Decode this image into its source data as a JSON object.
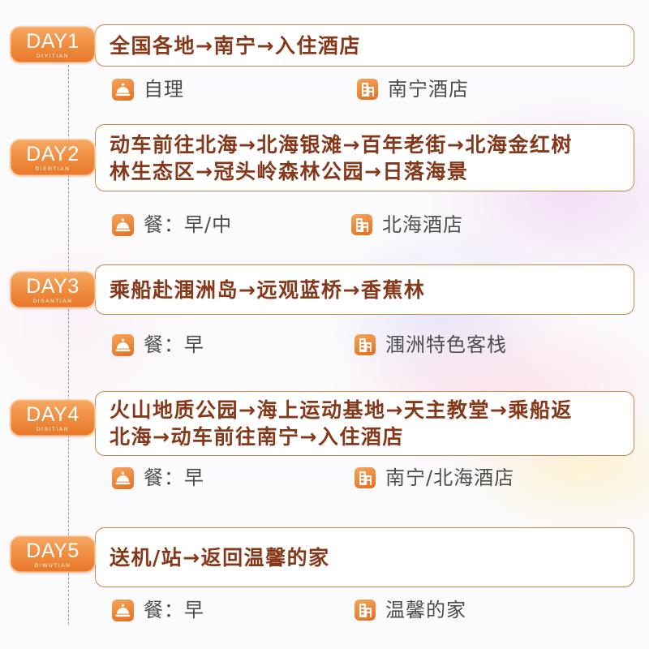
{
  "days": [
    {
      "badge": "DAY1",
      "badge_sub": "DIYITIAN",
      "route_lines": [
        "全国各地→南宁→入住酒店"
      ],
      "meal": "自理",
      "hotel": "南宁酒店"
    },
    {
      "badge": "DAY2",
      "badge_sub": "DIERTIAN",
      "route_lines": [
        "动车前往北海→北海银滩→百年老街→北海金红树",
        "林生态区→冠头岭森林公园→日落海景"
      ],
      "meal": "餐：早/中",
      "hotel": "北海酒店"
    },
    {
      "badge": "DAY3",
      "badge_sub": "DISANTIAN",
      "route_lines": [
        "乘船赴涠洲岛→远观蓝桥→香蕉林"
      ],
      "meal": "餐：早",
      "hotel": "涠洲特色客栈"
    },
    {
      "badge": "DAY4",
      "badge_sub": "DISITIAN",
      "route_lines": [
        "火山地质公园→海上运动基地→天主教堂→乘船返",
        "北海→动车前往南宁→入住酒店"
      ],
      "meal": "餐：早",
      "hotel": "南宁/北海酒店"
    },
    {
      "badge": "DAY5",
      "badge_sub": "DIWUTIAN",
      "route_lines": [
        "送机/站→返回温馨的家"
      ],
      "meal": "餐：早",
      "hotel": "温馨的家"
    }
  ],
  "icons": {
    "meal": "cloche-icon",
    "hotel": "hotel-icon"
  },
  "colors": {
    "accent": "#ee8535",
    "route_text": "#86391a",
    "box_border": "#c8864c",
    "info_text": "#4d4d4d"
  }
}
